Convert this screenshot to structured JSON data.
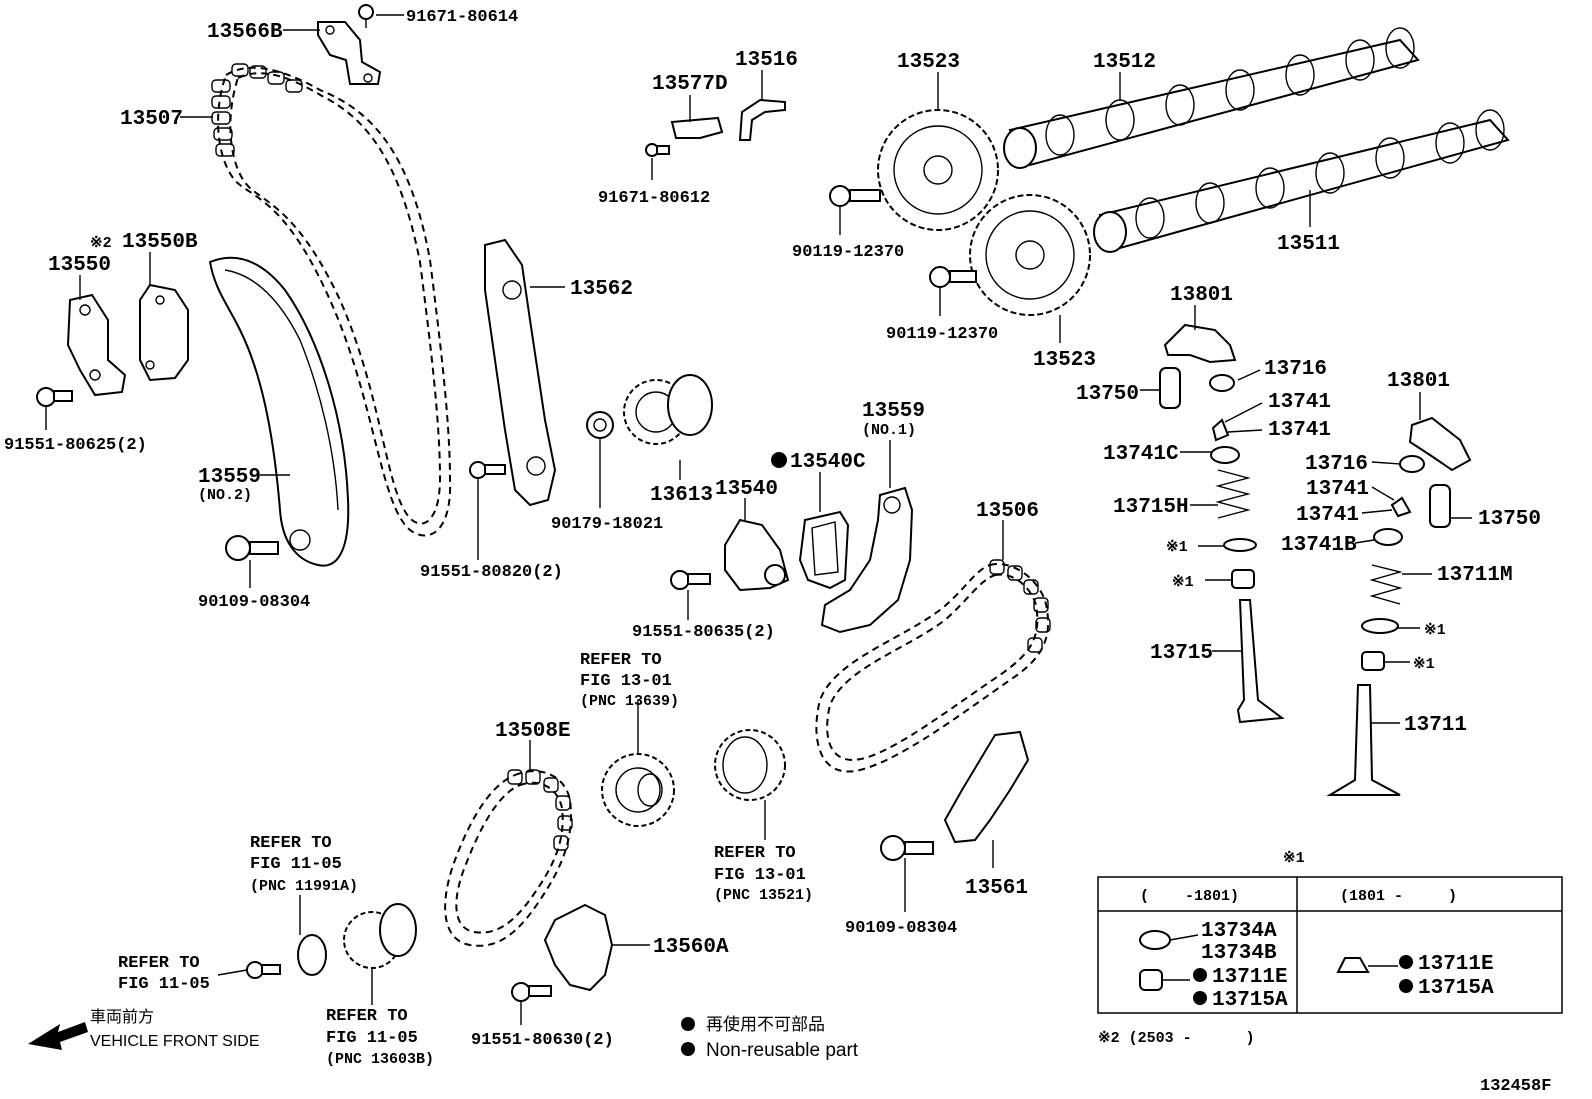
{
  "labels": {
    "p13566B": "13566B",
    "p91671_80614": "91671-80614",
    "p13507": "13507",
    "p13577D": "13577D",
    "p13516": "13516",
    "p91671_80612": "91671-80612",
    "p13523a": "13523",
    "p13512": "13512",
    "p90119_12370a": "90119-12370",
    "p13511": "13511",
    "p90119_12370b": "90119-12370",
    "p13523b": "13523",
    "p13550B_note": "※2",
    "p13550B": "13550B",
    "p13550": "13550",
    "p91551_80625": "91551-80625(2)",
    "p13562": "13562",
    "p13559_no2": "13559",
    "p13559_no2_sub": "(NO.2)",
    "p90109_08304a": "90109-08304",
    "p91551_80820": "91551-80820(2)",
    "p90179_18021": "90179-18021",
    "p13613": "13613",
    "p13540C": "13540C",
    "p13540": "13540",
    "p13559_no1": "13559",
    "p13559_no1_sub": "(NO.1)",
    "p91551_80635": "91551-80635(2)",
    "p13506": "13506",
    "p13801a": "13801",
    "p13716a": "13716",
    "p13750a": "13750",
    "p13741a": "13741",
    "p13741b": "13741",
    "p13741C": "13741C",
    "p13715H": "13715H",
    "p_mark1a": "※1",
    "p_mark1b": "※1",
    "p13715": "13715",
    "p13801b": "13801",
    "p13716b": "13716",
    "p13741c": "13741",
    "p13741d": "13741",
    "p13750b": "13750",
    "p13741B": "13741B",
    "p13711M": "13711M",
    "p_mark1c": "※1",
    "p_mark1d": "※1",
    "p13711": "13711",
    "p13508E": "13508E",
    "p13560A": "13560A",
    "p13561": "13561",
    "p90109_08304b": "90109-08304",
    "p91551_80630": "91551-80630(2)"
  },
  "refers": {
    "r1": [
      "REFER TO",
      "FIG 13-01",
      "(PNC 13639)"
    ],
    "r2": [
      "REFER TO",
      "FIG 13-01",
      "(PNC 13521)"
    ],
    "r3": [
      "REFER TO",
      "FIG 11-05",
      "(PNC 11991A)"
    ],
    "r4": [
      "REFER TO",
      "FIG 11-05"
    ],
    "r5": [
      "REFER TO",
      "FIG 11-05",
      "(PNC 13603B)"
    ]
  },
  "legend": {
    "front_jp": "車両前方",
    "front_en": "VEHICLE FRONT SIDE",
    "nonreuse_jp": "再使用不可部品",
    "nonreuse_en": "Non-reusable part",
    "note2": "※2 (2503 -      )",
    "figure_id": "132458F"
  },
  "table": {
    "title": "※1",
    "col1_header": "(    -1801)",
    "col2_header": "(1801 -     )",
    "col1_parts": [
      "13734A",
      "13734B",
      "13711E",
      "13715A"
    ],
    "col2_parts": [
      "13711E",
      "13715A"
    ]
  }
}
